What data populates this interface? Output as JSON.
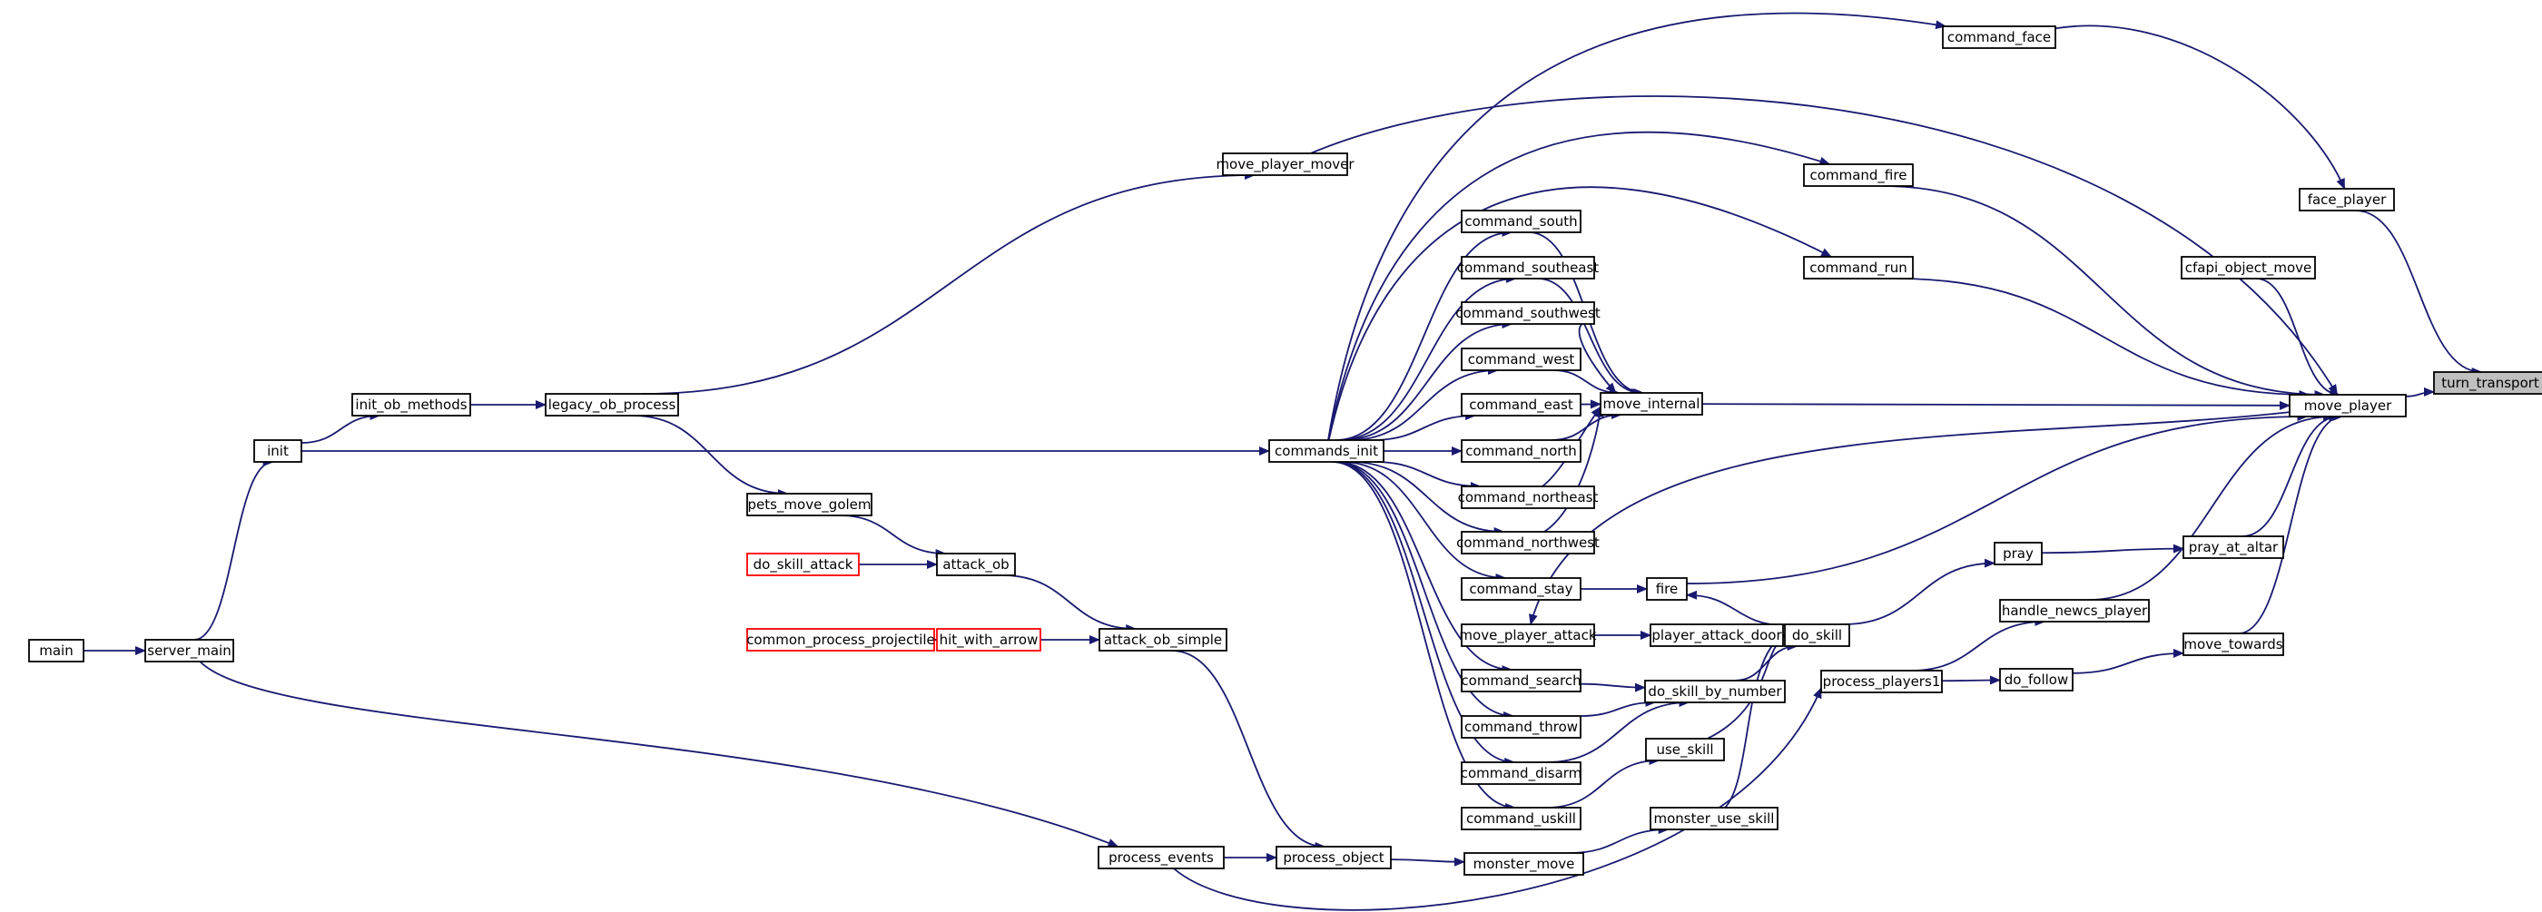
{
  "colors": {
    "edge": "#191970",
    "node_border": "#000000",
    "missing_node_border": "#ff0000",
    "focus_fill": "#bfbfbf"
  },
  "nodes": [
    {
      "id": "turn_transport",
      "label": "turn_transport",
      "style": "focus"
    },
    {
      "id": "face_player",
      "label": "face_player"
    },
    {
      "id": "move_player",
      "label": "move_player"
    },
    {
      "id": "command_face",
      "label": "command_face"
    },
    {
      "id": "cfapi_object_move",
      "label": "cfapi_object_move"
    },
    {
      "id": "move_player_mover",
      "label": "move_player_mover"
    },
    {
      "id": "command_fire",
      "label": "command_fire"
    },
    {
      "id": "command_run",
      "label": "command_run"
    },
    {
      "id": "move_internal",
      "label": "move_internal"
    },
    {
      "id": "fire",
      "label": "fire"
    },
    {
      "id": "pray_at_altar",
      "label": "pray_at_altar"
    },
    {
      "id": "handle_newcs_player",
      "label": "handle_newcs_player"
    },
    {
      "id": "move_towards",
      "label": "move_towards"
    },
    {
      "id": "pray",
      "label": "pray"
    },
    {
      "id": "do_follow",
      "label": "do_follow"
    },
    {
      "id": "process_players1",
      "label": "process_players1"
    },
    {
      "id": "do_skill",
      "label": "do_skill"
    },
    {
      "id": "player_attack_door",
      "label": "player_attack_door"
    },
    {
      "id": "do_skill_by_number",
      "label": "do_skill_by_number"
    },
    {
      "id": "use_skill",
      "label": "use_skill"
    },
    {
      "id": "monster_use_skill",
      "label": "monster_use_skill"
    },
    {
      "id": "monster_move",
      "label": "monster_move"
    },
    {
      "id": "process_object",
      "label": "process_object"
    },
    {
      "id": "process_events",
      "label": "process_events"
    },
    {
      "id": "server_main",
      "label": "server_main"
    },
    {
      "id": "main",
      "label": "main"
    },
    {
      "id": "attack_ob_simple",
      "label": "attack_ob_simple"
    },
    {
      "id": "attack_ob",
      "label": "attack_ob"
    },
    {
      "id": "hit_with_arrow",
      "label": "hit_with_arrow",
      "style": "missing"
    },
    {
      "id": "common_process_projectile",
      "label": "common_process_projectile",
      "style": "missing"
    },
    {
      "id": "do_skill_attack",
      "label": "do_skill_attack",
      "style": "missing"
    },
    {
      "id": "pets_move_golem",
      "label": "pets_move_golem"
    },
    {
      "id": "legacy_ob_process",
      "label": "legacy_ob_process"
    },
    {
      "id": "init_ob_methods",
      "label": "init_ob_methods"
    },
    {
      "id": "init",
      "label": "init"
    },
    {
      "id": "commands_init",
      "label": "commands_init"
    },
    {
      "id": "command_south",
      "label": "command_south"
    },
    {
      "id": "command_southeast",
      "label": "command_southeast"
    },
    {
      "id": "command_southwest",
      "label": "command_southwest"
    },
    {
      "id": "command_west",
      "label": "command_west"
    },
    {
      "id": "command_east",
      "label": "command_east"
    },
    {
      "id": "command_north",
      "label": "command_north"
    },
    {
      "id": "command_northeast",
      "label": "command_northeast"
    },
    {
      "id": "command_northwest",
      "label": "command_northwest"
    },
    {
      "id": "command_stay",
      "label": "command_stay"
    },
    {
      "id": "move_player_attack",
      "label": "move_player_attack"
    },
    {
      "id": "command_search",
      "label": "command_search"
    },
    {
      "id": "command_throw",
      "label": "command_throw"
    },
    {
      "id": "command_disarm",
      "label": "command_disarm"
    },
    {
      "id": "command_uskill",
      "label": "command_uskill"
    }
  ],
  "edges": [
    [
      "face_player",
      "turn_transport"
    ],
    [
      "move_player",
      "turn_transport"
    ],
    [
      "command_face",
      "face_player"
    ],
    [
      "move_player_mover",
      "move_player"
    ],
    [
      "command_fire",
      "move_player"
    ],
    [
      "command_run",
      "move_player"
    ],
    [
      "move_internal",
      "move_player"
    ],
    [
      "cfapi_object_move",
      "move_player"
    ],
    [
      "fire",
      "move_player"
    ],
    [
      "pray_at_altar",
      "move_player"
    ],
    [
      "handle_newcs_player",
      "move_player"
    ],
    [
      "move_towards",
      "move_player"
    ],
    [
      "commands_init",
      "command_face"
    ],
    [
      "commands_init",
      "command_fire"
    ],
    [
      "commands_init",
      "command_run"
    ],
    [
      "commands_init",
      "command_south"
    ],
    [
      "commands_init",
      "command_southeast"
    ],
    [
      "commands_init",
      "command_southwest"
    ],
    [
      "commands_init",
      "command_west"
    ],
    [
      "commands_init",
      "command_east"
    ],
    [
      "commands_init",
      "command_north"
    ],
    [
      "commands_init",
      "command_northeast"
    ],
    [
      "commands_init",
      "command_northwest"
    ],
    [
      "commands_init",
      "command_stay"
    ],
    [
      "commands_init",
      "command_search"
    ],
    [
      "commands_init",
      "command_throw"
    ],
    [
      "commands_init",
      "command_disarm"
    ],
    [
      "commands_init",
      "command_uskill"
    ],
    [
      "command_south",
      "move_internal"
    ],
    [
      "command_southeast",
      "move_internal"
    ],
    [
      "command_southwest",
      "move_internal"
    ],
    [
      "command_west",
      "move_internal"
    ],
    [
      "command_east",
      "move_internal"
    ],
    [
      "command_north",
      "move_internal"
    ],
    [
      "command_northeast",
      "move_internal"
    ],
    [
      "command_northwest",
      "move_internal"
    ],
    [
      "command_stay",
      "fire"
    ],
    [
      "do_skill",
      "fire"
    ],
    [
      "pray",
      "pray_at_altar"
    ],
    [
      "do_skill",
      "pray"
    ],
    [
      "process_players1",
      "handle_newcs_player"
    ],
    [
      "do_follow",
      "move_towards"
    ],
    [
      "process_players1",
      "do_follow"
    ],
    [
      "process_events",
      "process_players1"
    ],
    [
      "player_attack_door",
      "do_skill"
    ],
    [
      "do_skill_by_number",
      "do_skill"
    ],
    [
      "use_skill",
      "do_skill"
    ],
    [
      "monster_use_skill",
      "do_skill"
    ],
    [
      "move_player_attack",
      "player_attack_door"
    ],
    [
      "move_player",
      "move_player_attack"
    ],
    [
      "command_search",
      "do_skill_by_number"
    ],
    [
      "command_throw",
      "do_skill_by_number"
    ],
    [
      "command_disarm",
      "do_skill_by_number"
    ],
    [
      "command_uskill",
      "use_skill"
    ],
    [
      "monster_move",
      "monster_use_skill"
    ],
    [
      "process_object",
      "monster_move"
    ],
    [
      "process_events",
      "process_object"
    ],
    [
      "attack_ob_simple",
      "process_object"
    ],
    [
      "server_main",
      "process_events"
    ],
    [
      "main",
      "server_main"
    ],
    [
      "server_main",
      "init"
    ],
    [
      "init",
      "init_ob_methods"
    ],
    [
      "init",
      "commands_init"
    ],
    [
      "init_ob_methods",
      "legacy_ob_process"
    ],
    [
      "legacy_ob_process",
      "move_player_mover"
    ],
    [
      "legacy_ob_process",
      "pets_move_golem"
    ],
    [
      "pets_move_golem",
      "attack_ob"
    ],
    [
      "do_skill_attack",
      "attack_ob"
    ],
    [
      "attack_ob",
      "attack_ob_simple"
    ],
    [
      "hit_with_arrow",
      "attack_ob_simple"
    ],
    [
      "common_process_projectile",
      "hit_with_arrow"
    ]
  ]
}
